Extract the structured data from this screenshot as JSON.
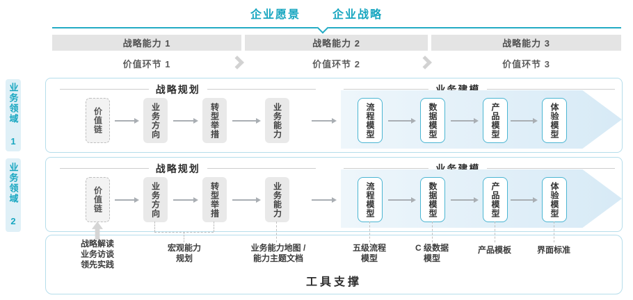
{
  "colors": {
    "accent_teal": "#17A6C0",
    "light_blue_arrow_fill": "#D7EAF6",
    "container_border": "#B5DDEB",
    "gray_bar": "#E4E4E4",
    "model_box_border": "#4AB5D2"
  },
  "header": {
    "vision": "企业愿景",
    "strategy": "企业战略"
  },
  "capability_bars": [
    {
      "label": "战略能力 1"
    },
    {
      "label": "战略能力 2"
    },
    {
      "label": "战略能力 3"
    }
  ],
  "value_links": [
    {
      "label": "价值环节 1"
    },
    {
      "label": "价值环节 2"
    },
    {
      "label": "价值环节 3"
    }
  ],
  "domains": [
    {
      "label": "业务领域 1"
    },
    {
      "label": "业务领域 2"
    }
  ],
  "row": {
    "left_section": "战略规划",
    "right_section": "业务建模",
    "boxes": [
      {
        "label": "价值链"
      },
      {
        "label": "业务方向"
      },
      {
        "label": "转型举措"
      },
      {
        "label": "业务能力"
      },
      {
        "label": "流程模型"
      },
      {
        "label": "数据模型"
      },
      {
        "label": "产品模型"
      },
      {
        "label": "体验模型"
      }
    ]
  },
  "annotations": [
    {
      "text": "战略解读\n业务访谈\n领先实践"
    },
    {
      "text": "宏观能力\n规划"
    },
    {
      "text": "业务能力地图 /\n能力主题文档"
    },
    {
      "text": "五级流程\n模型"
    },
    {
      "text": "C 级数据\n模型"
    },
    {
      "text": "产品模板"
    },
    {
      "text": "界面标准"
    }
  ],
  "tools": {
    "label": "工具支撑"
  }
}
